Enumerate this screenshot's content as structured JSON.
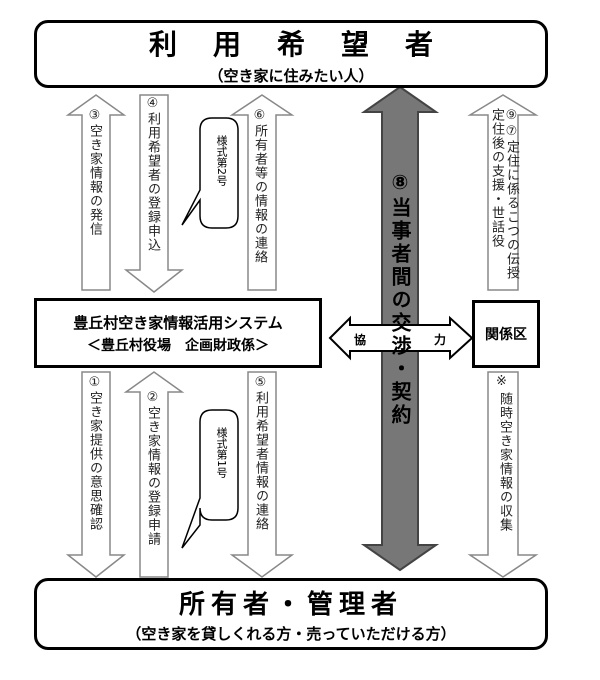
{
  "top_box": {
    "title": "利用希望者",
    "subtitle": "（空き家に住みたい人）"
  },
  "bottom_box": {
    "title": "所有者・管理者",
    "subtitle": "（空き家を貸しくれる方・売っていただける方）"
  },
  "system_box": {
    "line1": "豊丘村空き家情報活用システム",
    "line2": "＜豊丘村役場　企画財政係＞"
  },
  "related_box": {
    "label": "関係区"
  },
  "center_arrow": {
    "label": "⑧当事者間の交渉・契約"
  },
  "cooperation": {
    "left": "協",
    "right": "力"
  },
  "arrows_upper": [
    {
      "text": "③空き家情報の発信",
      "direction": "up"
    },
    {
      "text": "④利用希望者の登録申込",
      "direction": "down"
    },
    {
      "text": "⑥所有者等の情報の連絡",
      "direction": "up"
    },
    {
      "text": "⑨⑦定住に係るこつの伝授 定住後の支援・世話役",
      "direction": "up"
    }
  ],
  "arrows_lower": [
    {
      "text": "①空き家提供の意思確認",
      "direction": "down"
    },
    {
      "text": "②空き家情報の登録申請",
      "direction": "up"
    },
    {
      "text": "⑤利用希望者情報の連絡",
      "direction": "down"
    }
  ],
  "bubbles": [
    {
      "text": "様式第2号"
    },
    {
      "text": "様式第1号"
    }
  ],
  "note": {
    "mark": "※",
    "text": "随時空き家情報の収集"
  }
}
